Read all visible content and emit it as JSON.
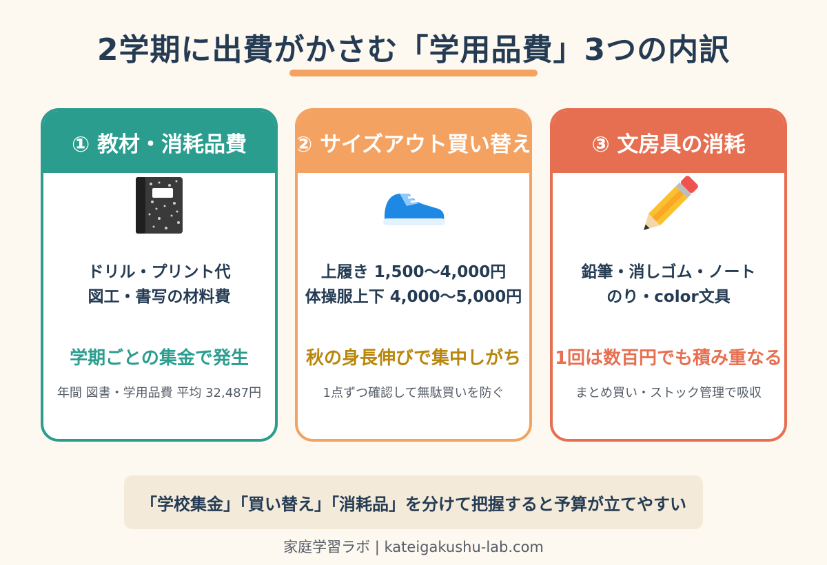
{
  "title": "2学期に出費がかさむ「学用品費」3つの内訳",
  "colors": {
    "teal": "#2a9d8f",
    "orange": "#f4a261",
    "coral": "#e76f51",
    "navy": "#243b53",
    "background": "#fdf8f0"
  },
  "cards": [
    {
      "header": "① 教材・消耗品費",
      "icon": "notebook-icon",
      "desc_lines": [
        "ドリル・プリント代",
        "図工・書写の材料費"
      ],
      "highlight": "学期ごとの集金で発生",
      "note": "年間 図書・学用品費 平均 32,487円"
    },
    {
      "header": "② サイズアウト買い替え",
      "icon": "sneaker-icon",
      "desc_lines": [
        "上履き 1,500〜4,000円",
        "体操服上下 4,000〜5,000円"
      ],
      "highlight": "秋の身長伸びで集中しがち",
      "note": "1点ずつ確認して無駄買いを防ぐ"
    },
    {
      "header": "③ 文房具の消耗",
      "icon": "pencil-icon",
      "desc_lines": [
        "鉛筆・消しゴム・ノート",
        "のり・color文具"
      ],
      "highlight": "1回は数百円でも積み重なる",
      "note": "まとめ買い・ストック管理で吸収"
    }
  ],
  "summary": "「学校集金」「買い替え」「消耗品」を分けて把握すると予算が立てやすい",
  "footer": "家庭学習ラボ | kateigakushu-lab.com"
}
